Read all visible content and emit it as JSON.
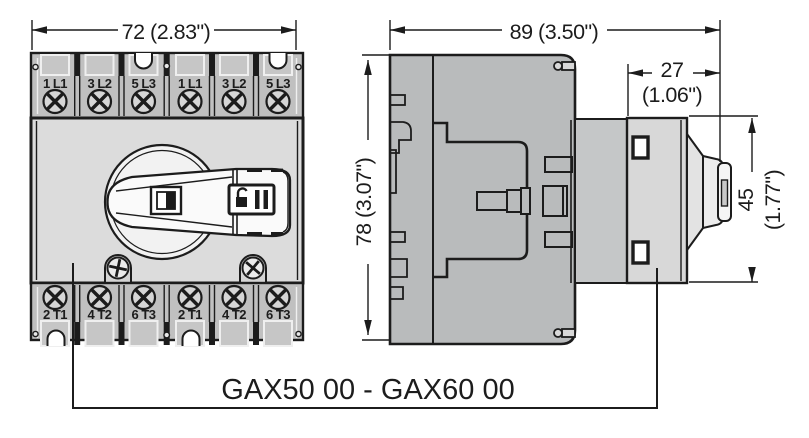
{
  "product": {
    "label": "GAX50 00 - GAX60 00"
  },
  "front_view": {
    "dim_width": "72 (2.83\")",
    "top_terminals": [
      "1 L1",
      "3 L2",
      "5 L3",
      "1 L1",
      "3 L2",
      "5 L3"
    ],
    "bottom_terminals": [
      "2 T1",
      "4 T2",
      "6 T3",
      "2 T1",
      "4 T2",
      "6 T3"
    ]
  },
  "side_view": {
    "dim_depth": "89 (3.50\")",
    "dim_height": "78 (3.07\")",
    "dim_knob_depth_mm": "27",
    "dim_knob_depth_in": "(1.06\")",
    "dim_handle_height_mm": "45",
    "dim_handle_height_in": "(1.77\")"
  },
  "colors": {
    "line": "#1c1c1c",
    "background": "#ffffff",
    "front_body": "#dcdcdc",
    "terminal_strip": "#c0c0c0",
    "clamp": "#c6c6c6",
    "side_body": "#b9bbbc",
    "mid_section": "#c5c7c8",
    "front_plate": "#d8d8d8",
    "knob": "#ececec",
    "handle": "#fafafa"
  }
}
